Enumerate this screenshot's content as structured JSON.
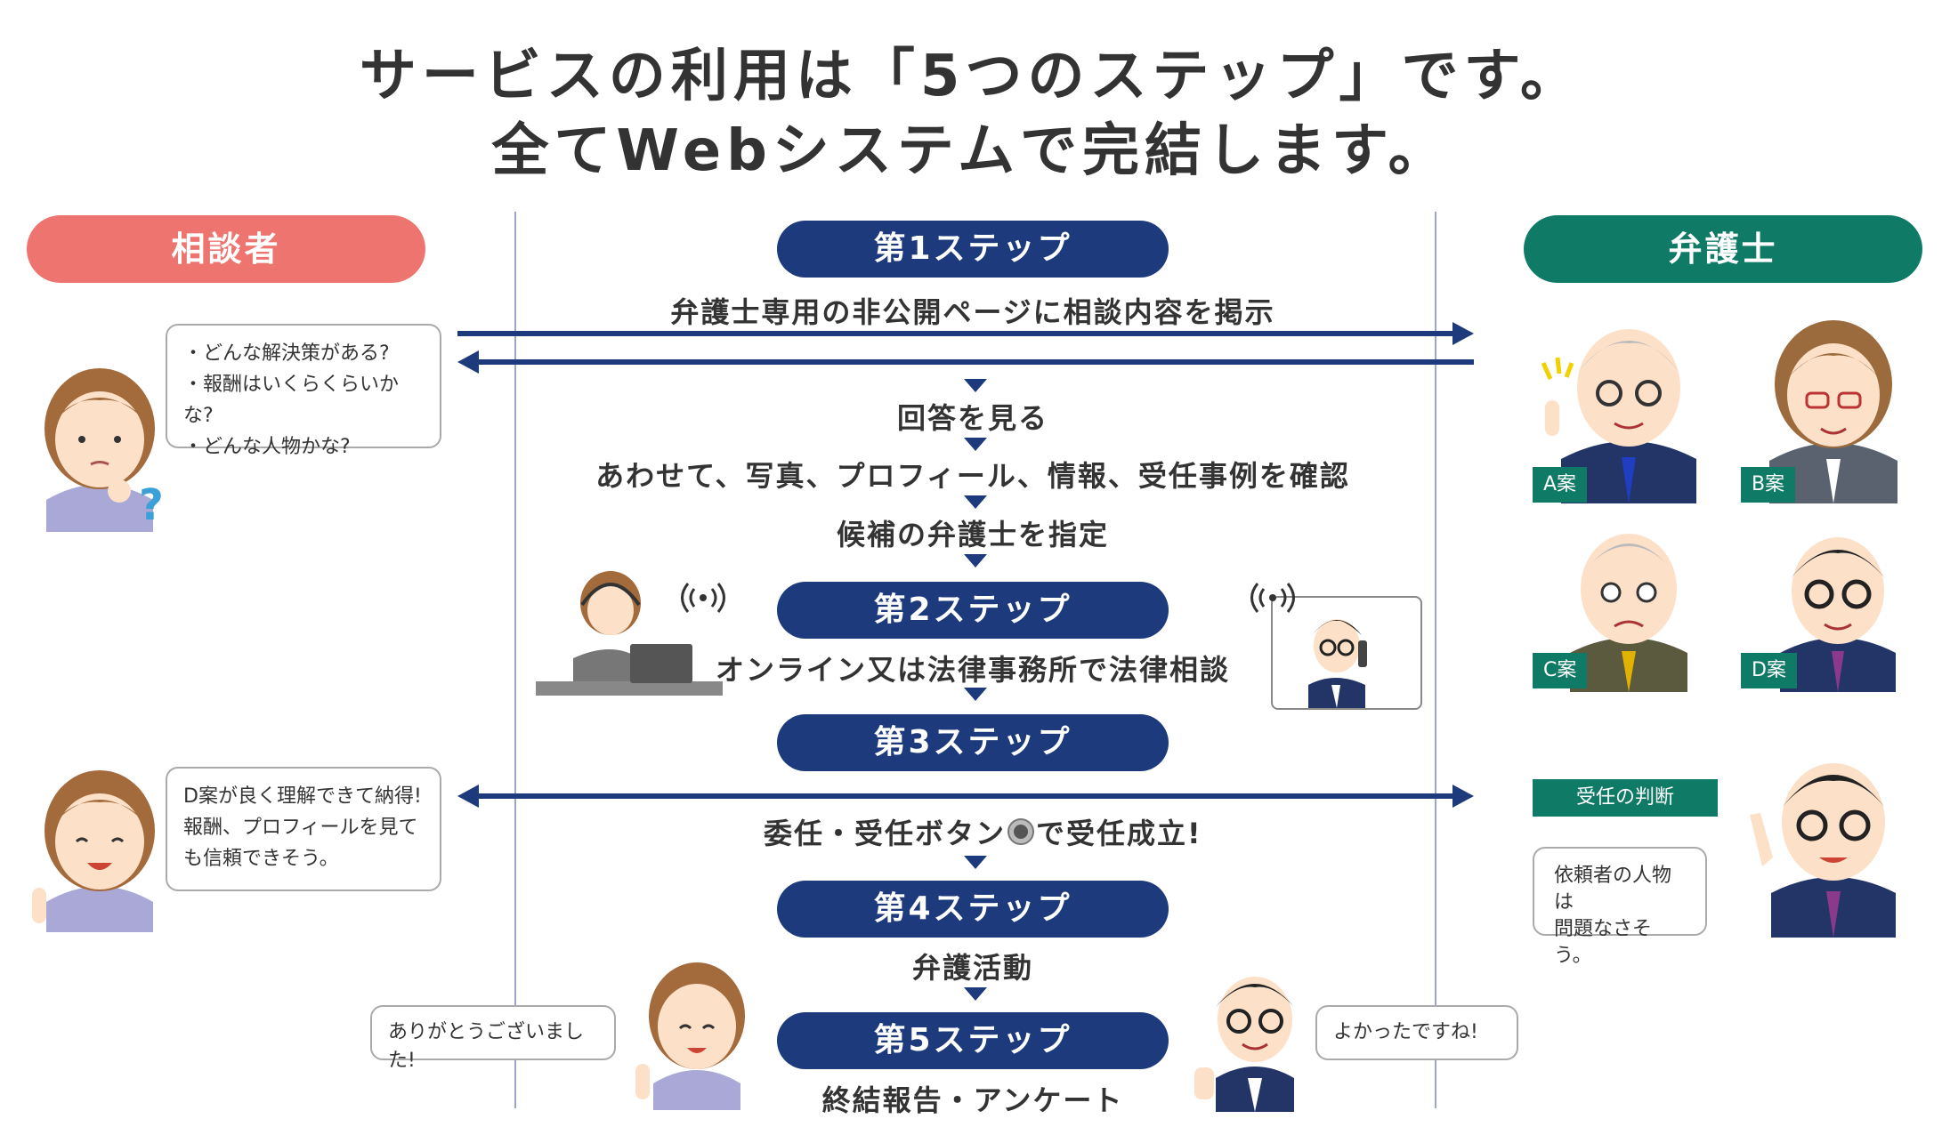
{
  "heading": {
    "line1": "サービスの利用は「5つのステップ」です。",
    "line2": "全てWebシステムで完結します。"
  },
  "roles": {
    "client": "相談者",
    "lawyer": "弁護士"
  },
  "steps": [
    {
      "label": "第1ステップ",
      "texts": [
        "弁護士専用の非公開ページに相談内容を掲示"
      ]
    },
    {
      "label": "第2ステップ",
      "texts": [
        "オンライン又は法律事務所で法律相談"
      ]
    },
    {
      "label": "第3ステップ",
      "texts": [
        "委任・受任ボタン",
        "で受任成立!"
      ]
    },
    {
      "label": "第4ステップ",
      "texts": [
        "弁護活動"
      ]
    },
    {
      "label": "第5ステップ",
      "texts": [
        "終結報告・アンケート"
      ]
    }
  ],
  "flow": {
    "view_answer": "回答を見る",
    "confirm": "あわせて、写真、プロフィール、情報、受任事例を確認",
    "designate": "候補の弁護士を指定"
  },
  "bubbles": {
    "client_questions": [
      "・どんな解決策がある?",
      "・報酬はいくらくらいかな?",
      "・どんな人物かな?"
    ],
    "client_satisfied": [
      "D案が良く理解できて納得!",
      "報酬、プロフィールを見て",
      "も信頼できそう。"
    ],
    "lawyer_judgement": [
      "依頼者の人物は",
      "問題なさそう。"
    ],
    "client_thanks": "ありがとうございました!",
    "lawyer_reply": "よかったですね!"
  },
  "lawyer_tags": [
    "A案",
    "B案",
    "C案",
    "D案"
  ],
  "judgement_label": "受任の判断",
  "colors": {
    "client": "#ee7470",
    "lawyer": "#0f7a66",
    "step": "#1d3a7c",
    "skin": "#fde0c8",
    "hair_brown": "#a36a3c",
    "sweater": "#a9a8d6"
  }
}
